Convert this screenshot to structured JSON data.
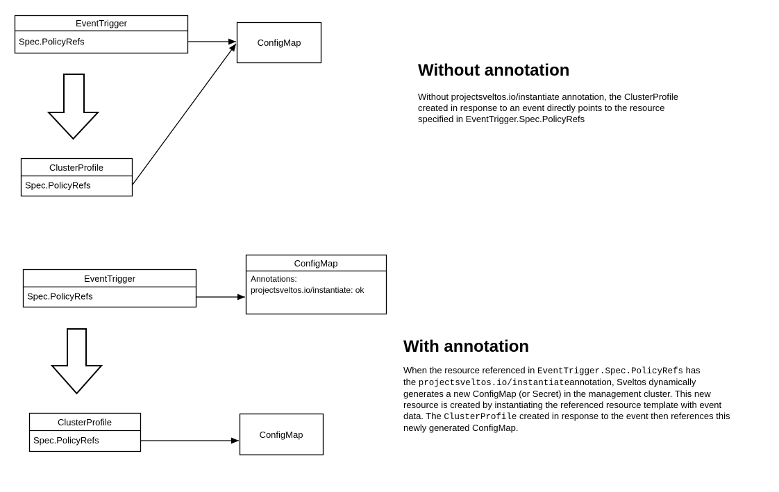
{
  "colors": {
    "background": "#ffffff",
    "stroke": "#000000",
    "box_fill": "#ffffff",
    "text": "#000000"
  },
  "diagrams": {
    "without_annotation": {
      "event_trigger": {
        "title": "EventTrigger",
        "field": "Spec.PolicyRefs"
      },
      "config_map": {
        "title": "ConfigMap"
      },
      "cluster_profile": {
        "title": "ClusterProfile",
        "field": "Spec.PolicyRefs"
      },
      "flow_icon": "down-arrow"
    },
    "with_annotation": {
      "event_trigger": {
        "title": "EventTrigger",
        "field": "Spec.PolicyRefs"
      },
      "config_map_annotated": {
        "title": "ConfigMap",
        "annotation_label": "Annotations:",
        "annotation_value": "projectsveltos.io/instantiate: ok"
      },
      "cluster_profile": {
        "title": "ClusterProfile",
        "field": "Spec.PolicyRefs"
      },
      "config_map": {
        "title": "ConfigMap"
      },
      "flow_icon": "down-arrow"
    }
  },
  "sections": {
    "without_annotation": {
      "heading": "Without annotation",
      "lines": [
        "Without projectsveltos.io/instantiate annotation, the ClusterProfile",
        "created in response to an event directly points to the resource",
        "specified in EventTrigger.Spec.PolicyRefs"
      ]
    },
    "with_annotation": {
      "heading": "With annotation",
      "lines": [
        [
          {
            "t": "When the resource referenced in ",
            "s": "plain"
          },
          {
            "t": "EventTrigger.Spec.PolicyRefs",
            "s": "code"
          },
          {
            "t": " has",
            "s": "plain"
          }
        ],
        [
          {
            "t": "the ",
            "s": "plain"
          },
          {
            "t": "projectsveltos.io/instantiate",
            "s": "code"
          },
          {
            "t": "annotation, Sveltos dynamically",
            "s": "plain"
          }
        ],
        [
          {
            "t": "generates a new ConfigMap (or Secret) in the management cluster. This new",
            "s": "plain"
          }
        ],
        [
          {
            "t": "resource is created by instantiating the referenced resource template with event",
            "s": "plain"
          }
        ],
        [
          {
            "t": "data. The ",
            "s": "plain"
          },
          {
            "t": "ClusterProfile",
            "s": "code"
          },
          {
            "t": " created in response to the event then references this",
            "s": "plain"
          }
        ],
        [
          {
            "t": "newly generated ConfigMap.",
            "s": "plain"
          }
        ]
      ]
    }
  }
}
